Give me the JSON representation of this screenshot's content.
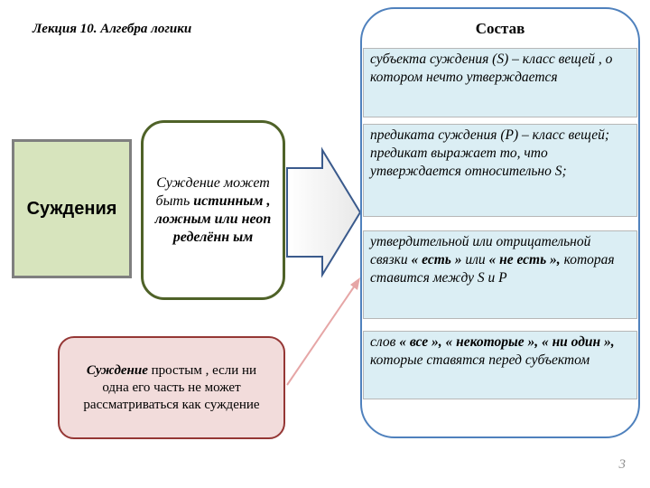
{
  "lecture_title": "Лекция 10. Алгебра логики",
  "main_term": "Суждения",
  "truth_box": {
    "part1": "Суждение может быть ",
    "part2_bold": "истинным , ложным или неопределённ ым"
  },
  "simple_box": {
    "term": "Суждение",
    "rest": " простым , если ни одна его часть не может рассматриваться как суждение"
  },
  "composition": {
    "title": "Состав",
    "item1": "субъекта суждения (S) – класс вещей , о котором нечто утверждается",
    "item2": "предиката суждения (P) – класс вещей; предикат выражает то, что утверждается относительно S;",
    "item3": {
      "a": "утвердительной или отрицательной связки ",
      "b": "« есть »",
      "c": " или ",
      "d": "« не есть »,",
      "e": " которая ставится между S и P"
    },
    "item4": {
      "a": "слов ",
      "b": "« все », « некоторые », « ни один »,",
      "c": " которые ставятся перед субъектом"
    }
  },
  "page_number": "3",
  "colors": {
    "judgments_fill": "#d7e4bd",
    "truth_border": "#4f6228",
    "simple_fill": "#f2dcdb",
    "simple_border": "#953735",
    "panel_border": "#4f81bd",
    "composition_fill": "#dbeef4",
    "connector_arrow": "#e6a6a6"
  }
}
